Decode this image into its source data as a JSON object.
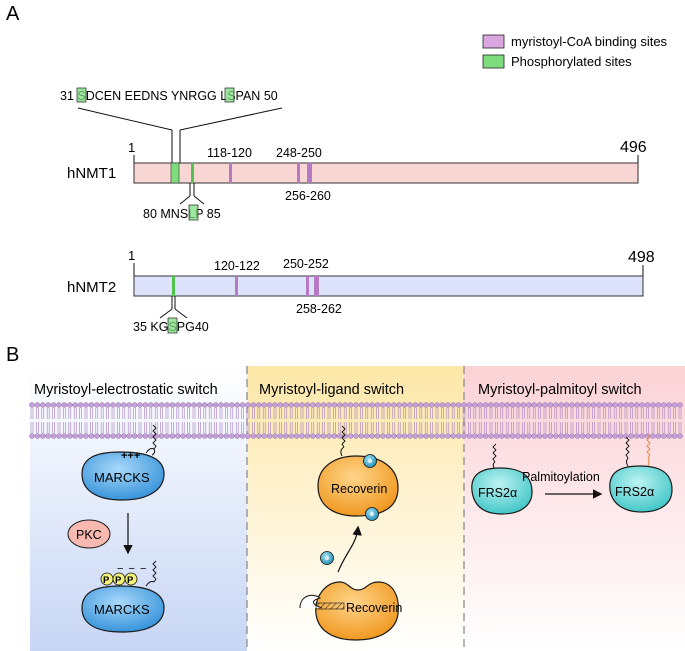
{
  "panelA": {
    "label": "A",
    "legend": {
      "myristoyl": "myristoyl-CoA binding sites",
      "phospho": "Phosphorylated sites",
      "colors": {
        "myristoyl": "#d9a6e0",
        "phospho": "#7ddc7d"
      }
    },
    "hnmt1": {
      "name": "hNMT1",
      "start": "1",
      "end": "496",
      "seq_top": {
        "num_left": "31",
        "site_1": "S",
        "mid": "DCEN EEDNS YNRGG L",
        "site_2": "S",
        "tail": "PAN",
        "num_right": "50"
      },
      "seq_bottom": {
        "num_left": "80",
        "pre": "MN",
        "site": "S",
        "post": "LP",
        "num_right": "85"
      },
      "ranges": {
        "r1": "118-120",
        "r2": "248-250",
        "r3": "256-260"
      },
      "bar_color": "#f7d6d4"
    },
    "hnmt2": {
      "name": "hNMT2",
      "start": "1",
      "end": "498",
      "seq_bottom": {
        "num_left": "35",
        "pre": "KG",
        "site": "S",
        "post": "PG",
        "num_right": "40"
      },
      "ranges": {
        "r1": "120-122",
        "r2": "250-252",
        "r3": "258-262"
      },
      "bar_color": "#dde3fb"
    }
  },
  "panelB": {
    "label": "B",
    "titles": {
      "left": "Myristoyl-electrostatic switch",
      "middle": "Myristoyl-ligand switch",
      "right": "Myristoyl-palmitoyl switch"
    },
    "left": {
      "protein_top": "MARCKS",
      "charges": "+++",
      "kinase": "PKC",
      "phospho_mark": "P",
      "neg_charges": "− − −",
      "protein_bottom": "MARCKS"
    },
    "middle": {
      "protein_top": "Recoverin",
      "protein_bottom": "Recoverin"
    },
    "right": {
      "protein_left": "FRS2α",
      "arrow_label": "Palmitoylation",
      "protein_right": "FRS2α"
    },
    "colors": {
      "panel_left": "#c9d9f7",
      "panel_middle": "#fdf1c8",
      "panel_right": "#fad3d6",
      "marcks": "#4fa8e6",
      "recoverin": "#f2a32a",
      "frs2a": "#5dd4d4",
      "pkc": "#f7b9b0",
      "calcium": "#3aa7c9",
      "lipid_head": "#c6a1d9",
      "palmitoyl": "#e58a4e"
    }
  }
}
